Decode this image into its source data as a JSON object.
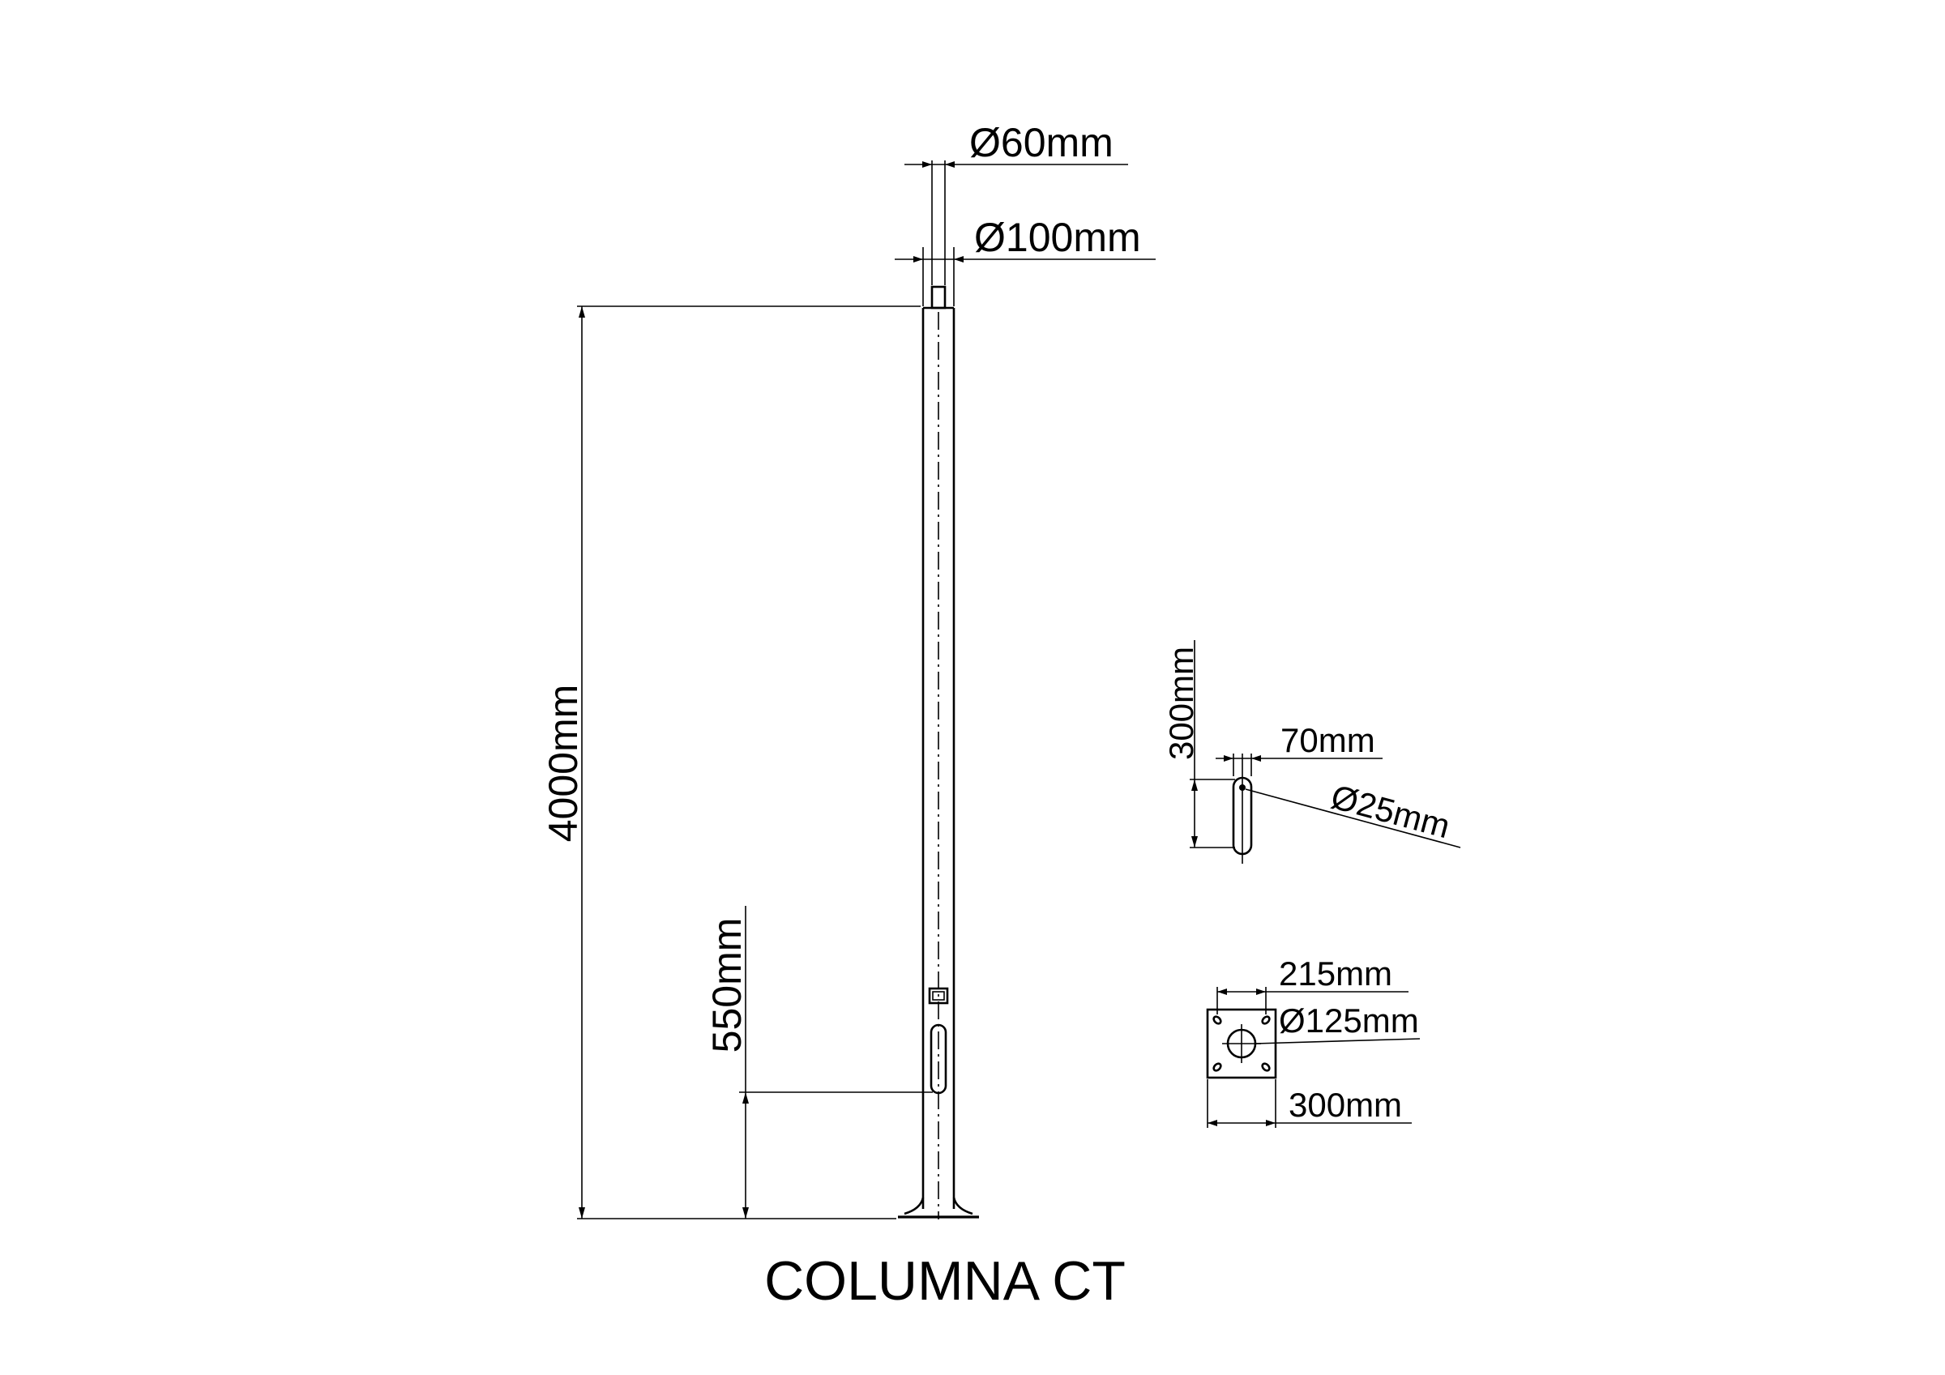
{
  "title": "COLUMNA CT",
  "main_view": {
    "top_diameter": "Ø60mm",
    "shaft_diameter": "Ø100mm",
    "height": "4000mm",
    "door_height": "550mm"
  },
  "door_detail": {
    "height": "300mm",
    "width": "70mm",
    "hole_diameter": "Ø25mm"
  },
  "base_plate": {
    "bolt_spacing": "215mm",
    "center_hole_diameter": "Ø125mm",
    "plate_width": "300mm"
  },
  "colors": {
    "line": "#000000",
    "background": "#ffffff"
  }
}
